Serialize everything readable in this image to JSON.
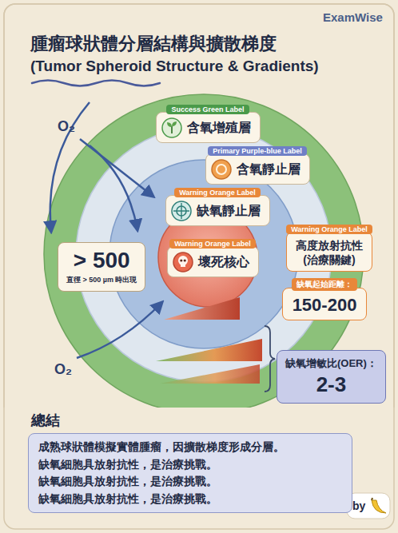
{
  "diagram": {
    "title": "腫瘤球狀體分層結構與擴散梯度",
    "nodes": [
      {
        "text": [
          "Success Green Label",
          "含氧增殖層"
        ]
      },
      {
        "text": [
          "Primary Purple-blue Label",
          "含氧靜止層"
        ]
      },
      {
        "text": [
          "Warning Orange Label",
          "缺氧靜止層"
        ]
      },
      {
        "text": [
          "> 500",
          "直徑 > 500 µm 時出現"
        ]
      },
      {
        "text": [
          "Warning Orange Label",
          "壞死核心"
        ]
      },
      {
        "text": [
          "Warning Orange Label",
          "高度放射抗性 (治療關鍵)"
        ]
      },
      {
        "text": [
          "缺氧起始距離：",
          "150-200"
        ]
      },
      {
        "text": [
          "缺氧增敏比(OER)：",
          "2-3"
        ]
      },
      {
        "text": [
          "總結",
          "成熟球狀體模擬實體腫瘤，因擴散梯度形成分層。",
          "缺氧細胞具放射抗性，是治療挑戰。",
          "缺氧細胞具放射抗性，是治療挑戰。",
          "缺氧細胞具放射抗性，是治療挑戰。"
        ]
      }
    ],
    "labels": [
      "ExamWise",
      "(Tumor Spheroid Structure & Gradients)",
      "O₂",
      "O₂",
      "by"
    ]
  }
}
